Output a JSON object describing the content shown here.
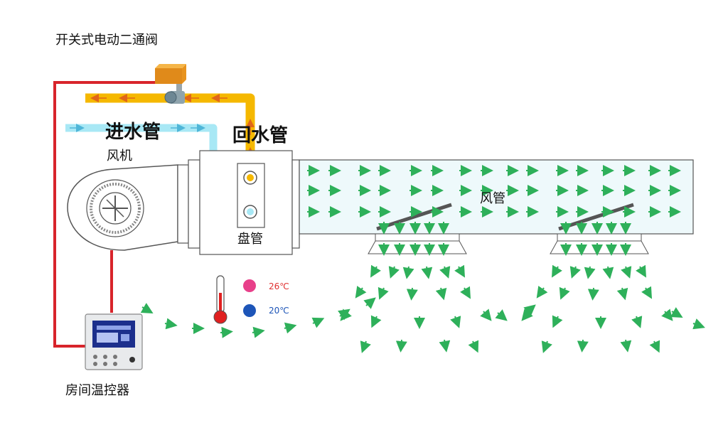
{
  "labels": {
    "valve": "开关式电动二通阀",
    "inlet_pipe": "进水管",
    "return_pipe": "回水管",
    "fan": "风机",
    "coil": "盘管",
    "duct": "风管",
    "thermostat": "房间温控器"
  },
  "temperatures": {
    "hot": "26℃",
    "cold": "20℃"
  },
  "colors": {
    "return_pipe": "#f5b800",
    "inlet_pipe": "#a8e8f5",
    "wire": "#d8242b",
    "airflow": "#2eb05a",
    "duct_fill": "#eef9fb",
    "hot_dot": "#e8408a",
    "cold_dot": "#1d55b8",
    "temp_text": "#e03030"
  },
  "icons": {
    "valve": "motorized-valve-icon",
    "fan": "centrifugal-fan-icon",
    "thermometer": "thermometer-icon",
    "thermostat": "thermostat-panel-icon"
  }
}
